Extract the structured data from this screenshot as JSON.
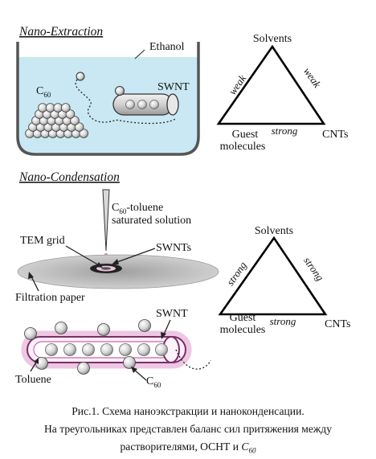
{
  "extraction": {
    "title": "Nano-Extraction",
    "ethanol": "Ethanol",
    "c60": "C",
    "c60_sub": "60",
    "swnt": "SWNT"
  },
  "triangle_top": {
    "vertex_top": "Solvents",
    "vertex_left_1": "Guest",
    "vertex_left_2": "molecules",
    "vertex_right": "CNTs",
    "edge_left": "weak",
    "edge_right": "weak",
    "edge_bottom": "strong"
  },
  "condensation": {
    "title": "Nano-Condensation",
    "solution_1_pre": "C",
    "solution_1_sub": "60",
    "solution_1_post": "-toluene",
    "solution_2": "saturated solution",
    "tem_grid": "TEM grid",
    "swnts": "SWNTs",
    "filtration": "Filtration paper",
    "swnt": "SWNT",
    "toluene": "Toluene",
    "c60": "C",
    "c60_sub": "60"
  },
  "triangle_bottom": {
    "vertex_top": "Solvents",
    "vertex_left_1": "Guest",
    "vertex_left_2": "molecules",
    "vertex_right": "CNTs",
    "edge_left": "strong",
    "edge_right": "strong",
    "edge_bottom": "strong"
  },
  "caption": {
    "line1": "Рис.1. Схема наноэкстракции и наноконденсации.",
    "line2": "На треугольниках представлен баланс сил притяжения между",
    "line3_pre": "растворителями, ОСНТ и ",
    "line3_c": "C",
    "line3_sub": "60"
  }
}
